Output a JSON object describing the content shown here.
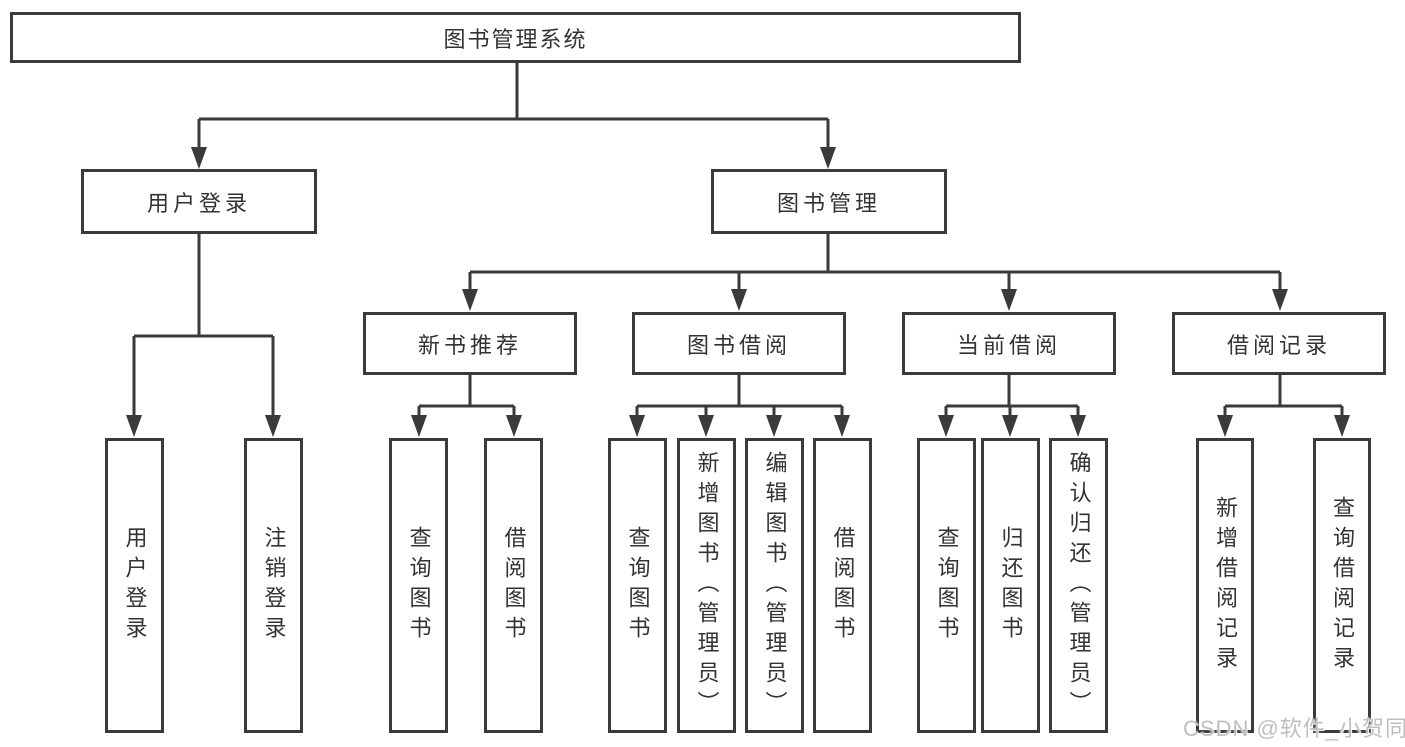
{
  "colors": {
    "line": "#3a3a3a",
    "box_border": "#3a3a3a",
    "text": "#333333",
    "background": "#ffffff",
    "watermark": "#bfbfbf"
  },
  "watermark": "CSDN @软件_小贺同学",
  "tree": {
    "root": "图书管理系统",
    "children": [
      {
        "label": "用户登录",
        "leaves": [
          "用户登录",
          "注销登录"
        ]
      },
      {
        "label": "图书管理",
        "children": [
          {
            "label": "新书推荐",
            "leaves": [
              "查询图书",
              "借阅图书"
            ]
          },
          {
            "label": "图书借阅",
            "leaves": [
              "查询图书",
              "新增图书（管理员）",
              "编辑图书（管理员）",
              "借阅图书"
            ]
          },
          {
            "label": "当前借阅",
            "leaves": [
              "查询图书",
              "归还图书",
              "确认归还（管理员）"
            ]
          },
          {
            "label": "借阅记录",
            "leaves": [
              "新增借阅记录",
              "查询借阅记录"
            ]
          }
        ]
      }
    ]
  }
}
